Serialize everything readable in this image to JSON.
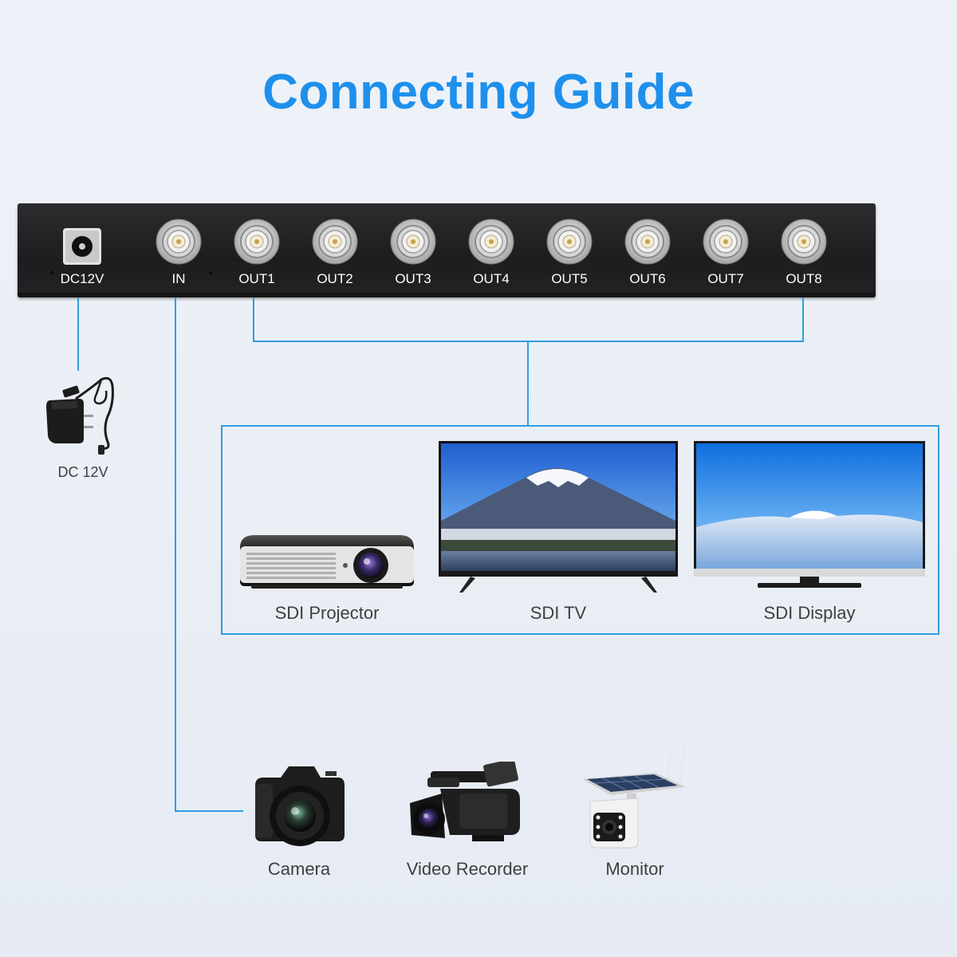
{
  "title": "Connecting Guide",
  "ports": {
    "dc": "DC12V",
    "in": "IN",
    "out1": "OUT1",
    "out2": "OUT2",
    "out3": "OUT3",
    "out4": "OUT4",
    "out5": "OUT5",
    "out6": "OUT6",
    "out7": "OUT7",
    "out8": "OUT8"
  },
  "power_adapter": {
    "label": "DC 12V"
  },
  "outputs": {
    "projector": "SDI Projector",
    "tv": "SDI TV",
    "display": "SDI Display"
  },
  "inputs": {
    "camera": "Camera",
    "recorder": "Video Recorder",
    "monitor": "Monitor"
  },
  "colors": {
    "accent": "#1e90ec",
    "connector_line": "#2e9fe0",
    "device_body": "#222224",
    "caption_text": "#3f3f3f"
  }
}
